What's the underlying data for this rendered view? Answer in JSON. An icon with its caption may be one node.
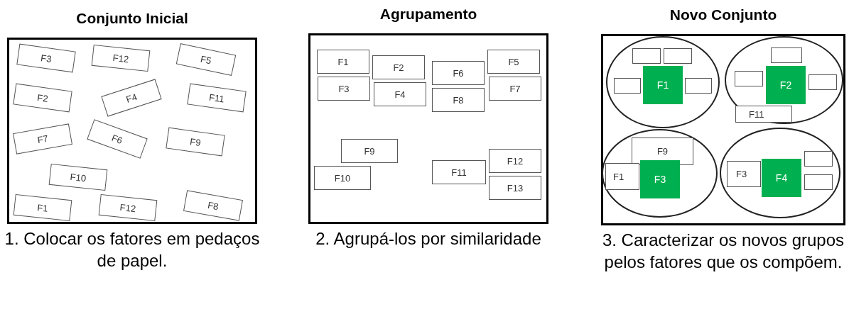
{
  "diagram": {
    "nodes": [
      {
        "text": [
          "Conjunto Inicial"
        ],
        "beside": [
          "1. Colocar os fatores em pedaços de papel."
        ]
      },
      {
        "text": [
          "F3"
        ],
        "in": 0
      },
      {
        "text": [
          "F12"
        ],
        "in": 0
      },
      {
        "text": [
          "F5"
        ],
        "in": 0
      },
      {
        "text": [
          "F4"
        ],
        "in": 0
      },
      {
        "text": [
          "F2"
        ],
        "in": 0
      },
      {
        "text": [
          "F11"
        ],
        "in": 0
      },
      {
        "text": [
          "F7"
        ],
        "in": 0
      },
      {
        "text": [
          "F6"
        ],
        "in": 0
      },
      {
        "text": [
          "F10"
        ],
        "in": 0
      },
      {
        "text": [
          "F9"
        ],
        "in": 0
      },
      {
        "text": [
          "F1"
        ],
        "in": 0
      },
      {
        "text": [
          "F12"
        ],
        "in": 0
      },
      {
        "text": [
          "F8"
        ],
        "in": 0
      },
      {
        "text": [
          "Agrupamento"
        ],
        "beside": [
          "2. Agrupá-los por similaridade"
        ]
      },
      {
        "text": [
          "F1"
        ],
        "in": 14
      },
      {
        "text": [
          "F2"
        ],
        "in": 14
      },
      {
        "text": [
          "F3"
        ],
        "in": 14
      },
      {
        "text": [
          "F4"
        ],
        "in": 14
      },
      {
        "text": [
          "F5"
        ],
        "in": 14
      },
      {
        "text": [
          "F6"
        ],
        "in": 14
      },
      {
        "text": [
          "F7"
        ],
        "in": 14
      },
      {
        "text": [
          "F8"
        ],
        "in": 14
      },
      {
        "text": [
          "F9"
        ],
        "in": 14
      },
      {
        "text": [
          "F10"
        ],
        "in": 14
      },
      {
        "text": [
          "F11"
        ],
        "in": 14
      },
      {
        "text": [
          "F12"
        ],
        "in": 14
      },
      {
        "text": [
          "F13"
        ],
        "in": 14
      },
      {
        "text": [
          "Novo Conjunto"
        ],
        "beside": [
          "3. Caracterizar os novos grupos pelos fatores que os compõem."
        ]
      },
      {
        "text": [],
        "shape": "ellipse",
        "in": 28
      },
      {
        "text": [],
        "shape": "box",
        "in": 29
      },
      {
        "text": [],
        "shape": "box",
        "in": 29
      },
      {
        "text": [],
        "shape": "box",
        "in": 29
      },
      {
        "text": [],
        "shape": "box",
        "in": 29
      },
      {
        "text": [
          "F1"
        ],
        "in": 29
      },
      {
        "text": [],
        "shape": "ellipse",
        "in": 28
      },
      {
        "text": [],
        "shape": "box",
        "in": 35
      },
      {
        "text": [],
        "shape": "box",
        "in": 35
      },
      {
        "text": [],
        "shape": "box",
        "in": 35
      },
      {
        "text": [
          "F11"
        ],
        "in": 35
      },
      {
        "text": [
          "F2"
        ],
        "in": 35
      },
      {
        "text": [],
        "shape": "ellipse",
        "in": 28
      },
      {
        "text": [
          "F9"
        ],
        "in": 41
      },
      {
        "text": [
          "F1"
        ],
        "in": 41
      },
      {
        "text": [
          "F3"
        ],
        "in": 41
      },
      {
        "text": [],
        "shape": "ellipse",
        "in": 28
      },
      {
        "text": [],
        "shape": "box",
        "in": 45
      },
      {
        "text": [
          "F3"
        ],
        "in": 45
      },
      {
        "text": [],
        "shape": "box",
        "in": 45
      },
      {
        "text": [
          "F4"
        ],
        "in": 45
      }
    ]
  }
}
